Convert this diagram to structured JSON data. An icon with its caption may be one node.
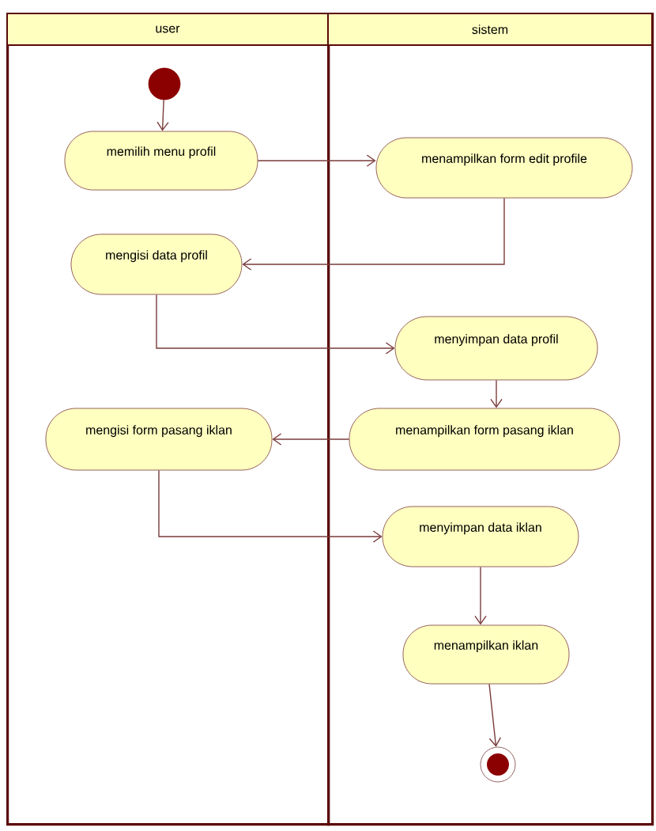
{
  "diagram": {
    "nodes": [
      {
        "text": [
          "user"
        ]
      },
      {
        "text": [
          "sistem"
        ]
      },
      {
        "text": [],
        "shape": "circle",
        "in": 0
      },
      {
        "text": [
          "memilih menu profil"
        ],
        "in": 0
      },
      {
        "text": [
          "menampilkan form edit profile"
        ],
        "in": 1
      },
      {
        "text": [
          "mengisi data profil"
        ],
        "in": 0
      },
      {
        "text": [
          "menyimpan data profil"
        ],
        "in": 1
      },
      {
        "text": [
          "mengisi form pasang iklan"
        ],
        "in": 0
      },
      {
        "text": [
          "menampilkan form pasang iklan"
        ],
        "in": 1
      },
      {
        "text": [
          "menyimpan data iklan"
        ],
        "in": 1
      },
      {
        "text": [
          "menampilkan iklan"
        ],
        "in": 1
      },
      {
        "text": [],
        "shape": "circle",
        "in": 1
      }
    ],
    "edges": [
      {
        "from": 2,
        "to": 3,
        "arrow": "to"
      },
      {
        "from": 3,
        "to": 4,
        "arrow": "to"
      },
      {
        "from": 4,
        "to": 5,
        "arrow": "to"
      },
      {
        "from": 5,
        "to": 6,
        "arrow": "to"
      },
      {
        "from": 6,
        "to": 8,
        "arrow": "to"
      },
      {
        "from": 8,
        "to": 7,
        "arrow": "to"
      },
      {
        "from": 7,
        "to": 9,
        "arrow": "to"
      },
      {
        "from": 9,
        "to": 10,
        "arrow": "to"
      },
      {
        "from": 10,
        "to": 11,
        "arrow": "to"
      }
    ]
  }
}
